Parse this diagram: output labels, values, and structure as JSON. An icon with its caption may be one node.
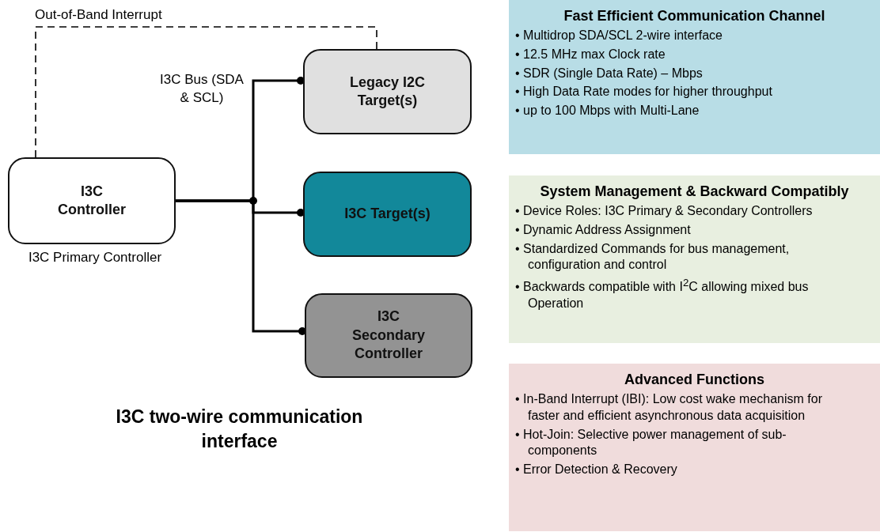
{
  "diagram": {
    "caption": "I3C two-wire communication interface",
    "nodes": [
      {
        "text": [
          "I3C Controller"
        ],
        "beside": [
          "I3C Primary Controller"
        ]
      },
      {
        "text": [
          "Legacy I2C Target(s)"
        ]
      },
      {
        "text": [
          "I3C Target(s)"
        ]
      },
      {
        "text": [
          "I3C Secondary Controller"
        ]
      },
      {
        "text": [
          "Fast Efficient Communication Channel",
          "• Multidrop SDA/SCL 2-wire interface",
          "• 12.5 MHz max Clock rate",
          "• SDR (Single Data Rate) – Mbps",
          "• High Data Rate modes for higher throughput",
          "• up to 100 Mbps with Multi-Lane"
        ]
      },
      {
        "text": [
          "System Management & Backward Compatibly",
          "• Device Roles: I3C Primary & Secondary Controllers",
          "• Dynamic Address Assignment",
          "• Standardized Commands for bus management, configuration and control",
          "• Backwards compatible with I$^{2}$C allowing mixed bus Operation"
        ]
      },
      {
        "text": [
          "Advanced Functions",
          "• In-Band Interrupt (IBI): Low cost wake mechanism for faster and efficient asynchronous data acquisition",
          "• Hot-Join: Selective power management of sub-components",
          "• Error Detection & Recovery"
        ]
      }
    ],
    "edges": [
      {
        "from": 0,
        "to": 1,
        "arrow": "none",
        "style": "dashed",
        "label": "Out-of-Band Interrupt"
      },
      {
        "from": 0,
        "to": 1,
        "arrow": "other",
        "label": "I3C Bus (SDA & SCL)"
      },
      {
        "from": 0,
        "to": 2,
        "arrow": "other"
      },
      {
        "from": 0,
        "to": 3,
        "arrow": "other"
      }
    ]
  }
}
